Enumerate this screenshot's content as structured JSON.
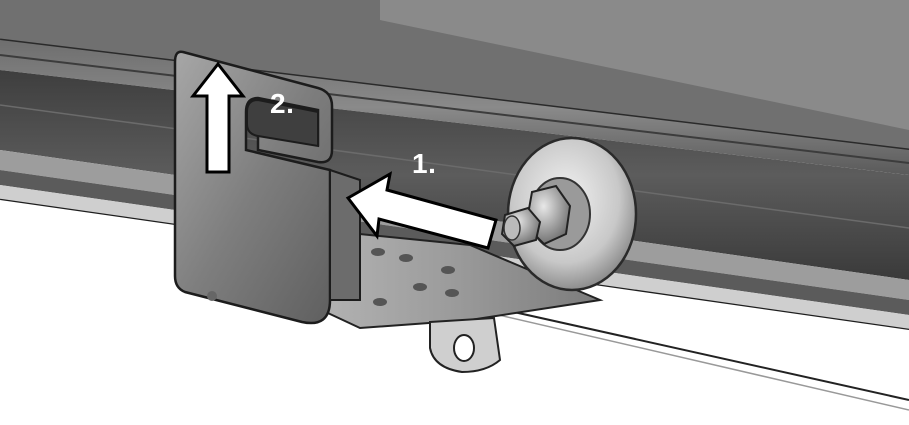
{
  "steps": [
    {
      "label": "1.",
      "action": "slide-left"
    },
    {
      "label": "2.",
      "action": "lift-up"
    }
  ],
  "colors": {
    "background": "#ffffff",
    "rail_dark": "#4a4a4a",
    "rail_mid": "#7a7a7a",
    "rail_light": "#b8b8b8",
    "bracket": "#8c8c8c",
    "washer": "#cfcfcf",
    "arrow_fill": "#ffffff",
    "arrow_stroke": "#000000",
    "label_text": "#ffffff"
  },
  "icons": [
    "arrow-left-icon",
    "arrow-up-icon"
  ]
}
